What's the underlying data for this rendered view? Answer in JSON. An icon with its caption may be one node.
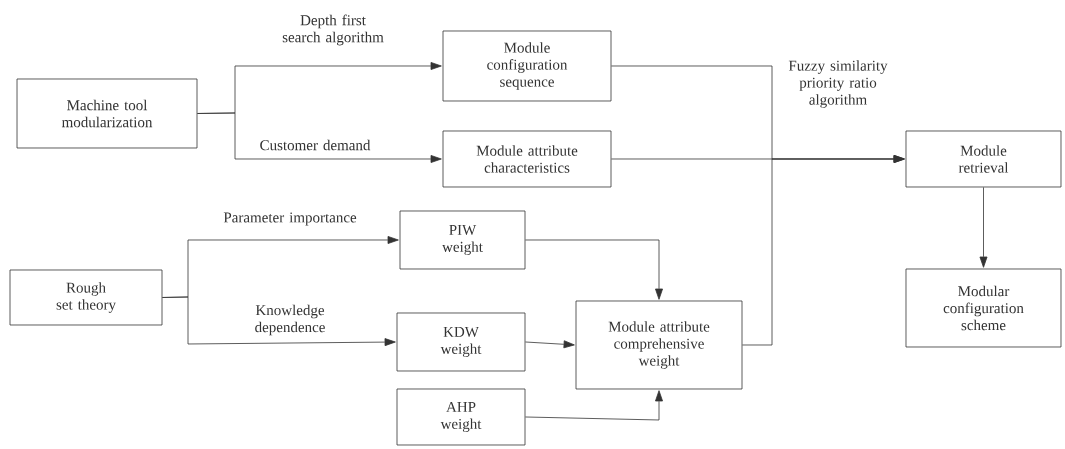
{
  "diagram": {
    "nodes": [
      {
        "text": [
          "Machine tool modularization"
        ]
      },
      {
        "text": [
          "Module configuration sequence"
        ]
      },
      {
        "text": [
          "Module attribute characteristics"
        ]
      },
      {
        "text": [
          "Module retrieval"
        ]
      },
      {
        "text": [
          "Rough set theory"
        ]
      },
      {
        "text": [
          "PIW weight"
        ]
      },
      {
        "text": [
          "KDW weight"
        ]
      },
      {
        "text": [
          "AHP weight"
        ]
      },
      {
        "text": [
          "Module attribute comprehensive weight"
        ]
      },
      {
        "text": [
          "Modular configuration scheme"
        ]
      }
    ],
    "edges": [
      {
        "from": 0,
        "to": 1,
        "arrow": "to",
        "label": "Depth first search algorithm"
      },
      {
        "from": 0,
        "to": 2,
        "arrow": "to",
        "label": "Customer demand"
      },
      {
        "from": 1,
        "to": 3,
        "arrow": "to"
      },
      {
        "from": 2,
        "to": 3,
        "arrow": "to",
        "label": "Fuzzy similarity priority ratio algorithm"
      },
      {
        "from": 8,
        "to": 3,
        "arrow": "to"
      },
      {
        "from": 4,
        "to": 5,
        "arrow": "to",
        "label": "Parameter importance"
      },
      {
        "from": 4,
        "to": 6,
        "arrow": "to",
        "label": "Knowledge dependence"
      },
      {
        "from": 5,
        "to": 8,
        "arrow": "to"
      },
      {
        "from": 6,
        "to": 8,
        "arrow": "to"
      },
      {
        "from": 7,
        "to": 8,
        "arrow": "to"
      },
      {
        "from": 3,
        "to": 9,
        "arrow": "to"
      }
    ]
  }
}
